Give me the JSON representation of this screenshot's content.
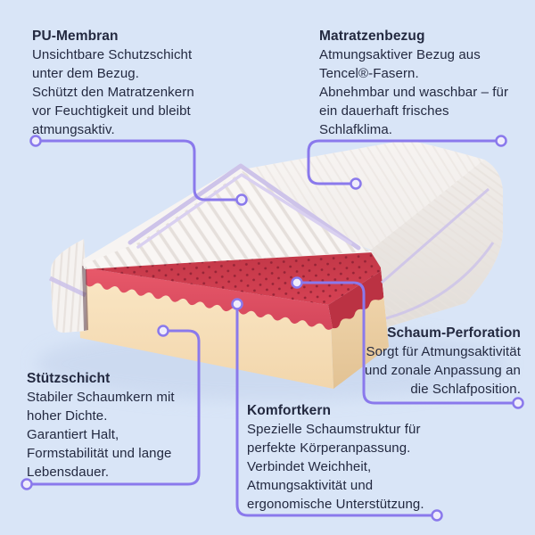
{
  "illustration": {
    "subject": "mattress-layers-cutaway",
    "colors": {
      "background": "#D9E5F7",
      "text": "#232940",
      "leader_line": "#8A79EC",
      "leader_dot_fill": "#EFECFB",
      "cover_white": "#F5F2F0",
      "piping_lavender": "#CDC3E9",
      "foam_red_top": "#CB3C4D",
      "foam_red_front": "#E25566",
      "perforation_dot": "#8C2033",
      "foam_cream_front": "#F9E3BF",
      "foam_cream_side": "#EDD1A6"
    },
    "parts": [
      "cover",
      "pu-membrane-quilt",
      "perforated-red-foam",
      "cream-support-foam"
    ]
  },
  "callouts": [
    {
      "id": "pu-membran",
      "title": "PU-Membran",
      "lines": [
        "Unsichtbare Schutzschicht",
        "unter dem Bezug.",
        "Schützt den Matratzenkern",
        "vor Feuchtigkeit und bleibt",
        "atmungsaktiv."
      ]
    },
    {
      "id": "matratzenbezug",
      "title": "Matratzenbezug",
      "lines": [
        "Atmungsaktiver Bezug aus",
        "Tencel®-Fasern.",
        "Abnehmbar und waschbar – für",
        "ein dauerhaft frisches",
        "Schlafklima."
      ]
    },
    {
      "id": "schaum-perforation",
      "title": "Schaum-Perforation",
      "lines": [
        "Sorgt für Atmungsaktivität",
        "und zonale Anpassung an",
        "die Schlafposition."
      ]
    },
    {
      "id": "stuetzschicht",
      "title": "Stützschicht",
      "lines": [
        "Stabiler Schaumkern mit",
        "hoher Dichte.",
        "Garantiert Halt,",
        "Formstabilität und lange",
        "Lebensdauer."
      ]
    },
    {
      "id": "komfortkern",
      "title": "Komfortkern",
      "lines": [
        "Spezielle Schaumstruktur für",
        "perfekte Körperanpassung.",
        "Verbindet Weichheit,",
        "Atmungsaktivität und",
        "ergonomische Unterstützung."
      ]
    }
  ]
}
